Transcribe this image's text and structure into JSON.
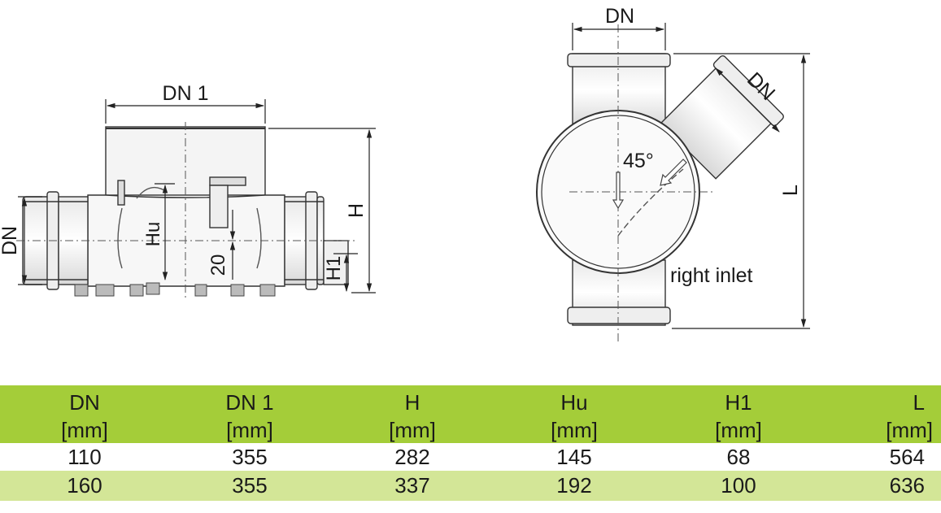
{
  "drawing": {
    "side_view": {
      "labels": {
        "dn1": "DN 1",
        "dn": "DN",
        "h": "H",
        "hu": "Hu",
        "h1": "H1",
        "twenty": "20"
      }
    },
    "top_view": {
      "labels": {
        "dn_top": "DN",
        "dn_branch": "DN",
        "angle": "45°",
        "l": "L",
        "right_inlet": "right inlet"
      }
    }
  },
  "table": {
    "headers": [
      {
        "name": "DN",
        "unit": "[mm]"
      },
      {
        "name": "DN 1",
        "unit": "[mm]"
      },
      {
        "name": "H",
        "unit": "[mm]"
      },
      {
        "name": "Hu",
        "unit": "[mm]"
      },
      {
        "name": "H1",
        "unit": "[mm]"
      },
      {
        "name": "L",
        "unit": "[mm]"
      }
    ],
    "rows": [
      [
        "110",
        "355",
        "282",
        "145",
        "68",
        "564"
      ],
      [
        "160",
        "355",
        "337",
        "192",
        "100",
        "636"
      ]
    ],
    "colors": {
      "header_bg": "#a4cd39",
      "odd_row_bg": "#ffffff",
      "even_row_bg": "#d3e697"
    }
  }
}
